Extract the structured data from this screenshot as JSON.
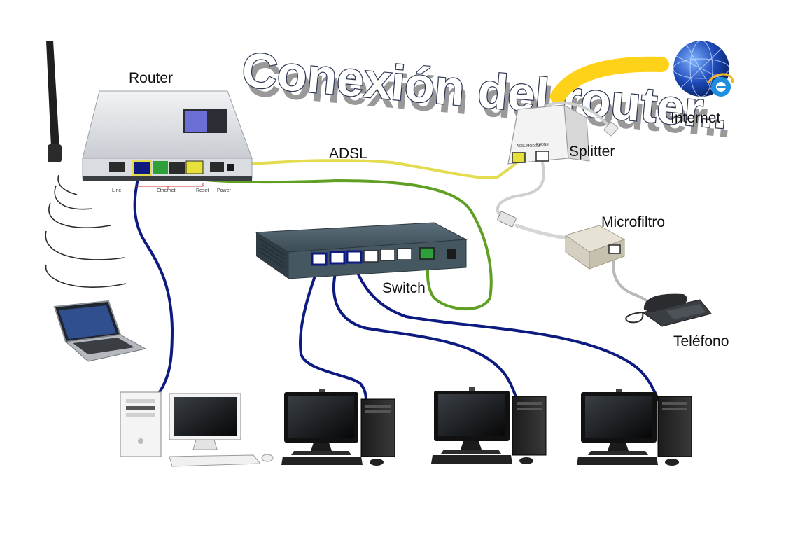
{
  "title": "Conexión del router..",
  "labels": {
    "router": "Router",
    "adsl": "ADSL",
    "internet": "Internet",
    "splitter": "Splitter",
    "microfiltro": "Microfiltro",
    "switch": "Switch",
    "telefono": "Teléfono"
  },
  "router_ports": {
    "line": "Line",
    "ethernet": "Ethernet",
    "reset": "Reset",
    "power": "Power"
  },
  "splitter_ports": {
    "adsl": "ADSL MODEM",
    "phone": "PHONE"
  },
  "cable_colors": {
    "ethernet": "#0d1a80",
    "adsl_line": "#e3dc4e",
    "uplink": "#5f9f23",
    "phone_line": "#b9b9b9",
    "internet_link": "#ffd21a"
  }
}
